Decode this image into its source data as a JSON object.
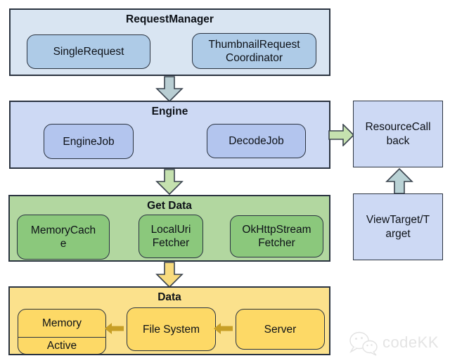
{
  "layers": {
    "request_manager": {
      "title": "RequestManager",
      "single_request": "SingleRequest",
      "thumbnail_request_coordinator": {
        "line1": "ThumbnailRequest",
        "line2": "Coordinator"
      }
    },
    "engine": {
      "title": "Engine",
      "engine_job": "EngineJob",
      "decode_job": "DecodeJob"
    },
    "get_data": {
      "title": "Get Data",
      "memory_cache": {
        "line1": "MemoryCach",
        "line2": "e"
      },
      "local_uri_fetcher": {
        "line1": "LocalUri",
        "line2": "Fetcher"
      },
      "ok_http_stream_fetcher": {
        "line1": "OkHttpStream",
        "line2": "Fetcher"
      }
    },
    "data": {
      "title": "Data",
      "memory": "Memory",
      "active": "Active",
      "file_system": "File System",
      "server": "Server"
    }
  },
  "side": {
    "resource_callback": {
      "line1": "ResourceCall",
      "line2": "back"
    },
    "view_target": {
      "line1": "ViewTarget/T",
      "line2": "arget"
    }
  },
  "watermark": {
    "text": "codeKK",
    "icon": "wechat-icon"
  },
  "colors": {
    "blue_container": "#d9e5f2",
    "blue_container_alt": "#cdd9f4",
    "blue_node": "#aecbe7",
    "blue_node_alt": "#b3c5ee",
    "green_container": "#b2d7a0",
    "green_node": "#8bc87c",
    "yellow_container": "#fbe18c",
    "yellow_node": "#fdd966",
    "arrow_teal": "#b9ced3",
    "arrow_green": "#c5e1af",
    "arrow_yellow": "#f8db7e",
    "arrow_mustard": "#c79f26",
    "border_dark": "#2a3340",
    "watermark_gray": "#e4e4e4"
  }
}
